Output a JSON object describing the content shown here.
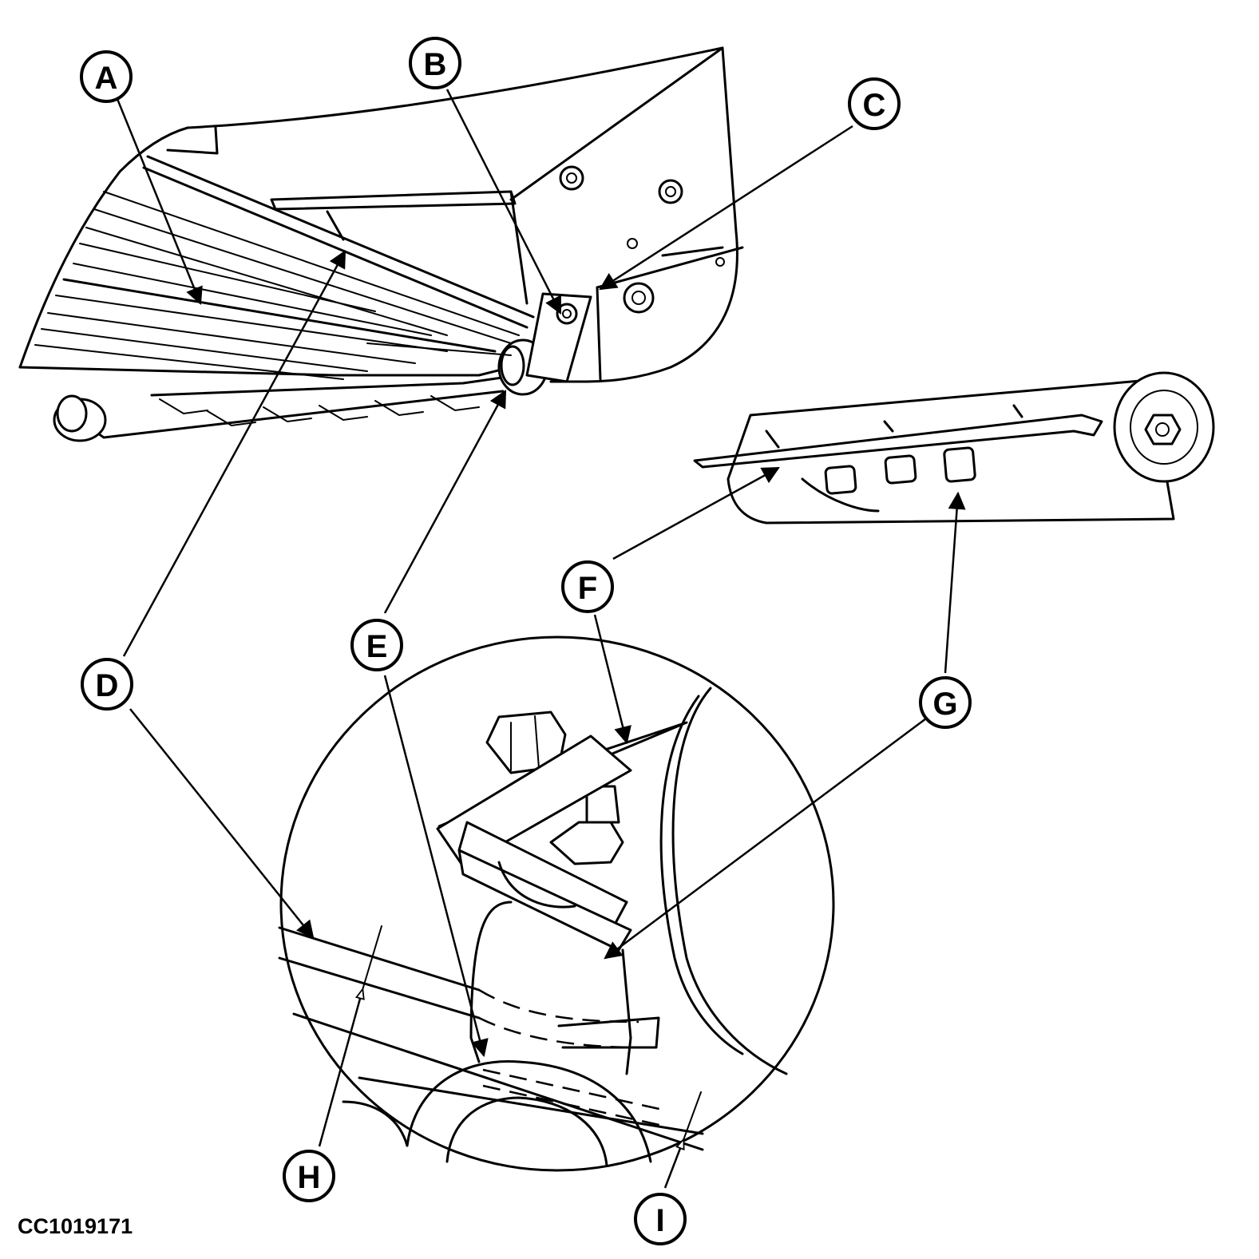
{
  "figure_id": "CC1019171",
  "callouts": {
    "A": "A",
    "B": "B",
    "C": "C",
    "D": "D",
    "E": "E",
    "F": "F",
    "G": "G",
    "H": "H",
    "I": "I"
  }
}
